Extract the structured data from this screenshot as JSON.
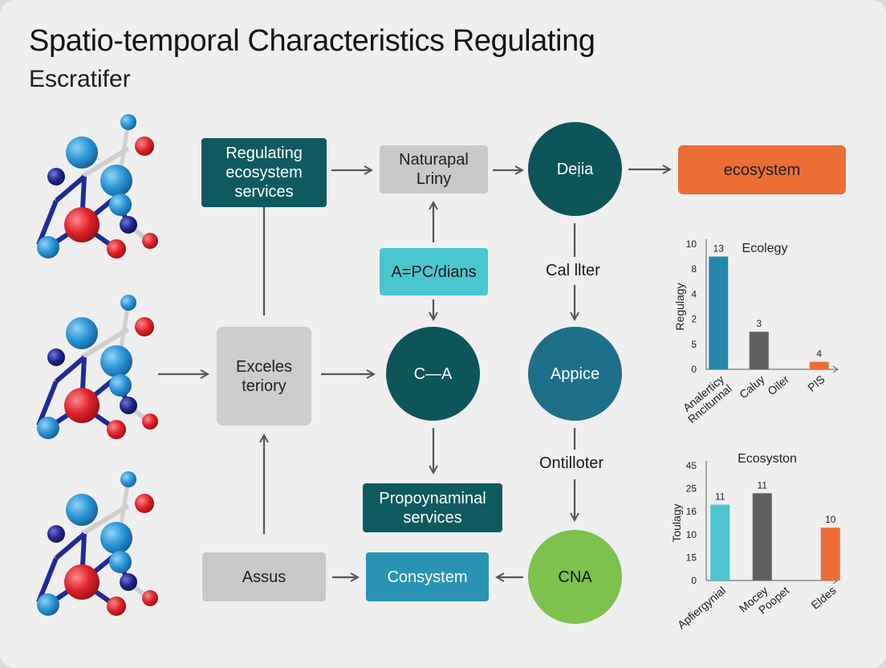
{
  "header": {
    "title": "Spatio-temporal Characteristics Regulating",
    "subtitle": "Escratifer"
  },
  "nodes": {
    "regulating": "Regulating ecosystem services",
    "naturapal": "Naturapal Lriny",
    "dejia": "Deịia",
    "ecosystem": "ecosystem",
    "apc": "A=PC/dians",
    "calliter": "Cal llter",
    "exceles": "Exceles teriory",
    "ca": "C—A",
    "appice": "Appice",
    "ontilloter": "Ontilloter",
    "propoy": "Propoynaminal services",
    "assus": "Assus",
    "consystem": "Consystem",
    "cna": "CNA"
  },
  "colors": {
    "teal_dark": "#0f5a5e",
    "gray": "#c9c9c9",
    "cyan": "#49c6cf",
    "blue": "#2287a8",
    "orange": "#ec6e34",
    "green": "#7cc24c",
    "bar_dark_gray": "#5f5f5f"
  },
  "icons": [
    "molecule-icon",
    "molecule-icon",
    "molecule-icon"
  ],
  "chart_data": [
    {
      "type": "bar",
      "title": "Ecolegy",
      "ylabel": "Regulagy",
      "xlabel": "",
      "categories": [
        "Analerticy Rncitunnal",
        "Caluy",
        "Oiler",
        "PIS"
      ],
      "category_lines": [
        [
          "Analerticy",
          "Rncitunnal"
        ],
        [
          "Caluy"
        ],
        [
          "Oiler"
        ],
        [
          "PIS"
        ]
      ],
      "values": [
        4.5,
        1.5,
        null,
        0.3
      ],
      "data_labels": [
        "13",
        "3",
        "",
        "4"
      ],
      "bar_colors": [
        "#2287a8",
        "#5f5f5f",
        "",
        "#ec6e34"
      ],
      "yticks": [
        {
          "v": 0,
          "l": "0"
        },
        {
          "v": 1,
          "l": "5"
        },
        {
          "v": 2,
          "l": "2"
        },
        {
          "v": 3,
          "l": "4"
        },
        {
          "v": 4,
          "l": "8"
        },
        {
          "v": 5,
          "l": "10"
        }
      ],
      "ylim": [
        0,
        5
      ],
      "grid": false
    },
    {
      "type": "bar",
      "title": "Ecosyston",
      "ylabel": "Toulagy",
      "xlabel": "",
      "categories": [
        "Apfiergynial",
        "Mocey",
        "Poopet",
        "Eldes"
      ],
      "category_lines": [
        [
          "Apfiergynial"
        ],
        [
          "Mocey"
        ],
        [
          "Poopet"
        ],
        [
          "Eldes"
        ]
      ],
      "values": [
        3.3,
        3.8,
        null,
        2.3
      ],
      "data_labels": [
        "11",
        "11",
        "",
        "10"
      ],
      "bar_colors": [
        "#49c6cf",
        "#5f5f5f",
        "",
        "#ec6e34"
      ],
      "yticks": [
        {
          "v": 0,
          "l": "0"
        },
        {
          "v": 1,
          "l": "15"
        },
        {
          "v": 2,
          "l": "10"
        },
        {
          "v": 3,
          "l": "16"
        },
        {
          "v": 4,
          "l": "25"
        },
        {
          "v": 5,
          "l": "45"
        }
      ],
      "ylim": [
        0,
        5
      ],
      "grid": false
    }
  ]
}
